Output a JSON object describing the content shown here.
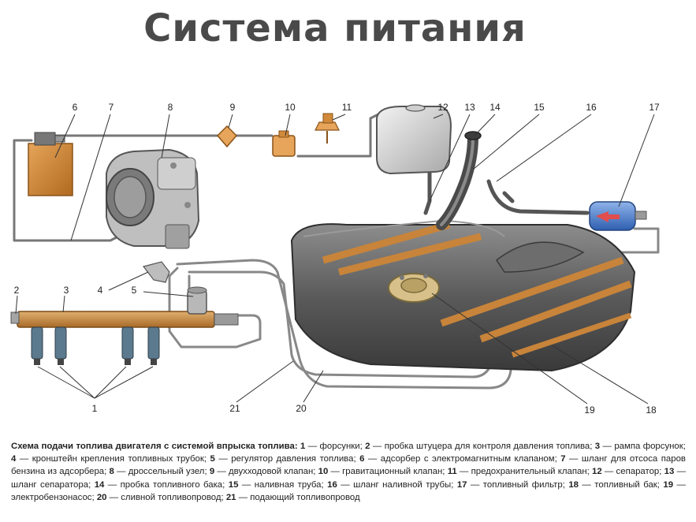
{
  "title": "Система питания",
  "callouts": [
    "1",
    "2",
    "3",
    "4",
    "5",
    "6",
    "7",
    "8",
    "9",
    "10",
    "11",
    "12",
    "13",
    "14",
    "15",
    "16",
    "17",
    "18",
    "19",
    "20",
    "21"
  ],
  "caption": {
    "heading": "Схема подачи топлива двигателя с системой впрыска топлива:",
    "items": [
      {
        "n": "1",
        "text": "форсунки"
      },
      {
        "n": "2",
        "text": "пробка штуцера для контроля давления топлива"
      },
      {
        "n": "3",
        "text": "рампа форсунок"
      },
      {
        "n": "4",
        "text": "кронштейн крепления топливных трубок"
      },
      {
        "n": "5",
        "text": "регулятор давления топлива"
      },
      {
        "n": "6",
        "text": "адсорбер с электромагнитным клапаном"
      },
      {
        "n": "7",
        "text": "шланг для отсоса паров бензина из адсорбера"
      },
      {
        "n": "8",
        "text": "дроссельный узел"
      },
      {
        "n": "9",
        "text": "двухходовой клапан"
      },
      {
        "n": "10",
        "text": "гравитационный клапан"
      },
      {
        "n": "11",
        "text": "предохранительный клапан"
      },
      {
        "n": "12",
        "text": "сепаратор"
      },
      {
        "n": "13",
        "text": "шланг сепаратора"
      },
      {
        "n": "14",
        "text": "пробка топливного бака"
      },
      {
        "n": "15",
        "text": "наливная труба"
      },
      {
        "n": "16",
        "text": "шланг наливной трубы"
      },
      {
        "n": "17",
        "text": "топливный фильтр"
      },
      {
        "n": "18",
        "text": "топливный бак"
      },
      {
        "n": "19",
        "text": "электробензонасос"
      },
      {
        "n": "20",
        "text": "сливной топливопровод"
      },
      {
        "n": "21",
        "text": "подающий топливопровод"
      }
    ]
  },
  "colors": {
    "pipe": "#8a8a8a",
    "tank": "#4a4a4a",
    "orange": "#c8843a",
    "filter": "#4f7fc8",
    "text": "#222222"
  }
}
